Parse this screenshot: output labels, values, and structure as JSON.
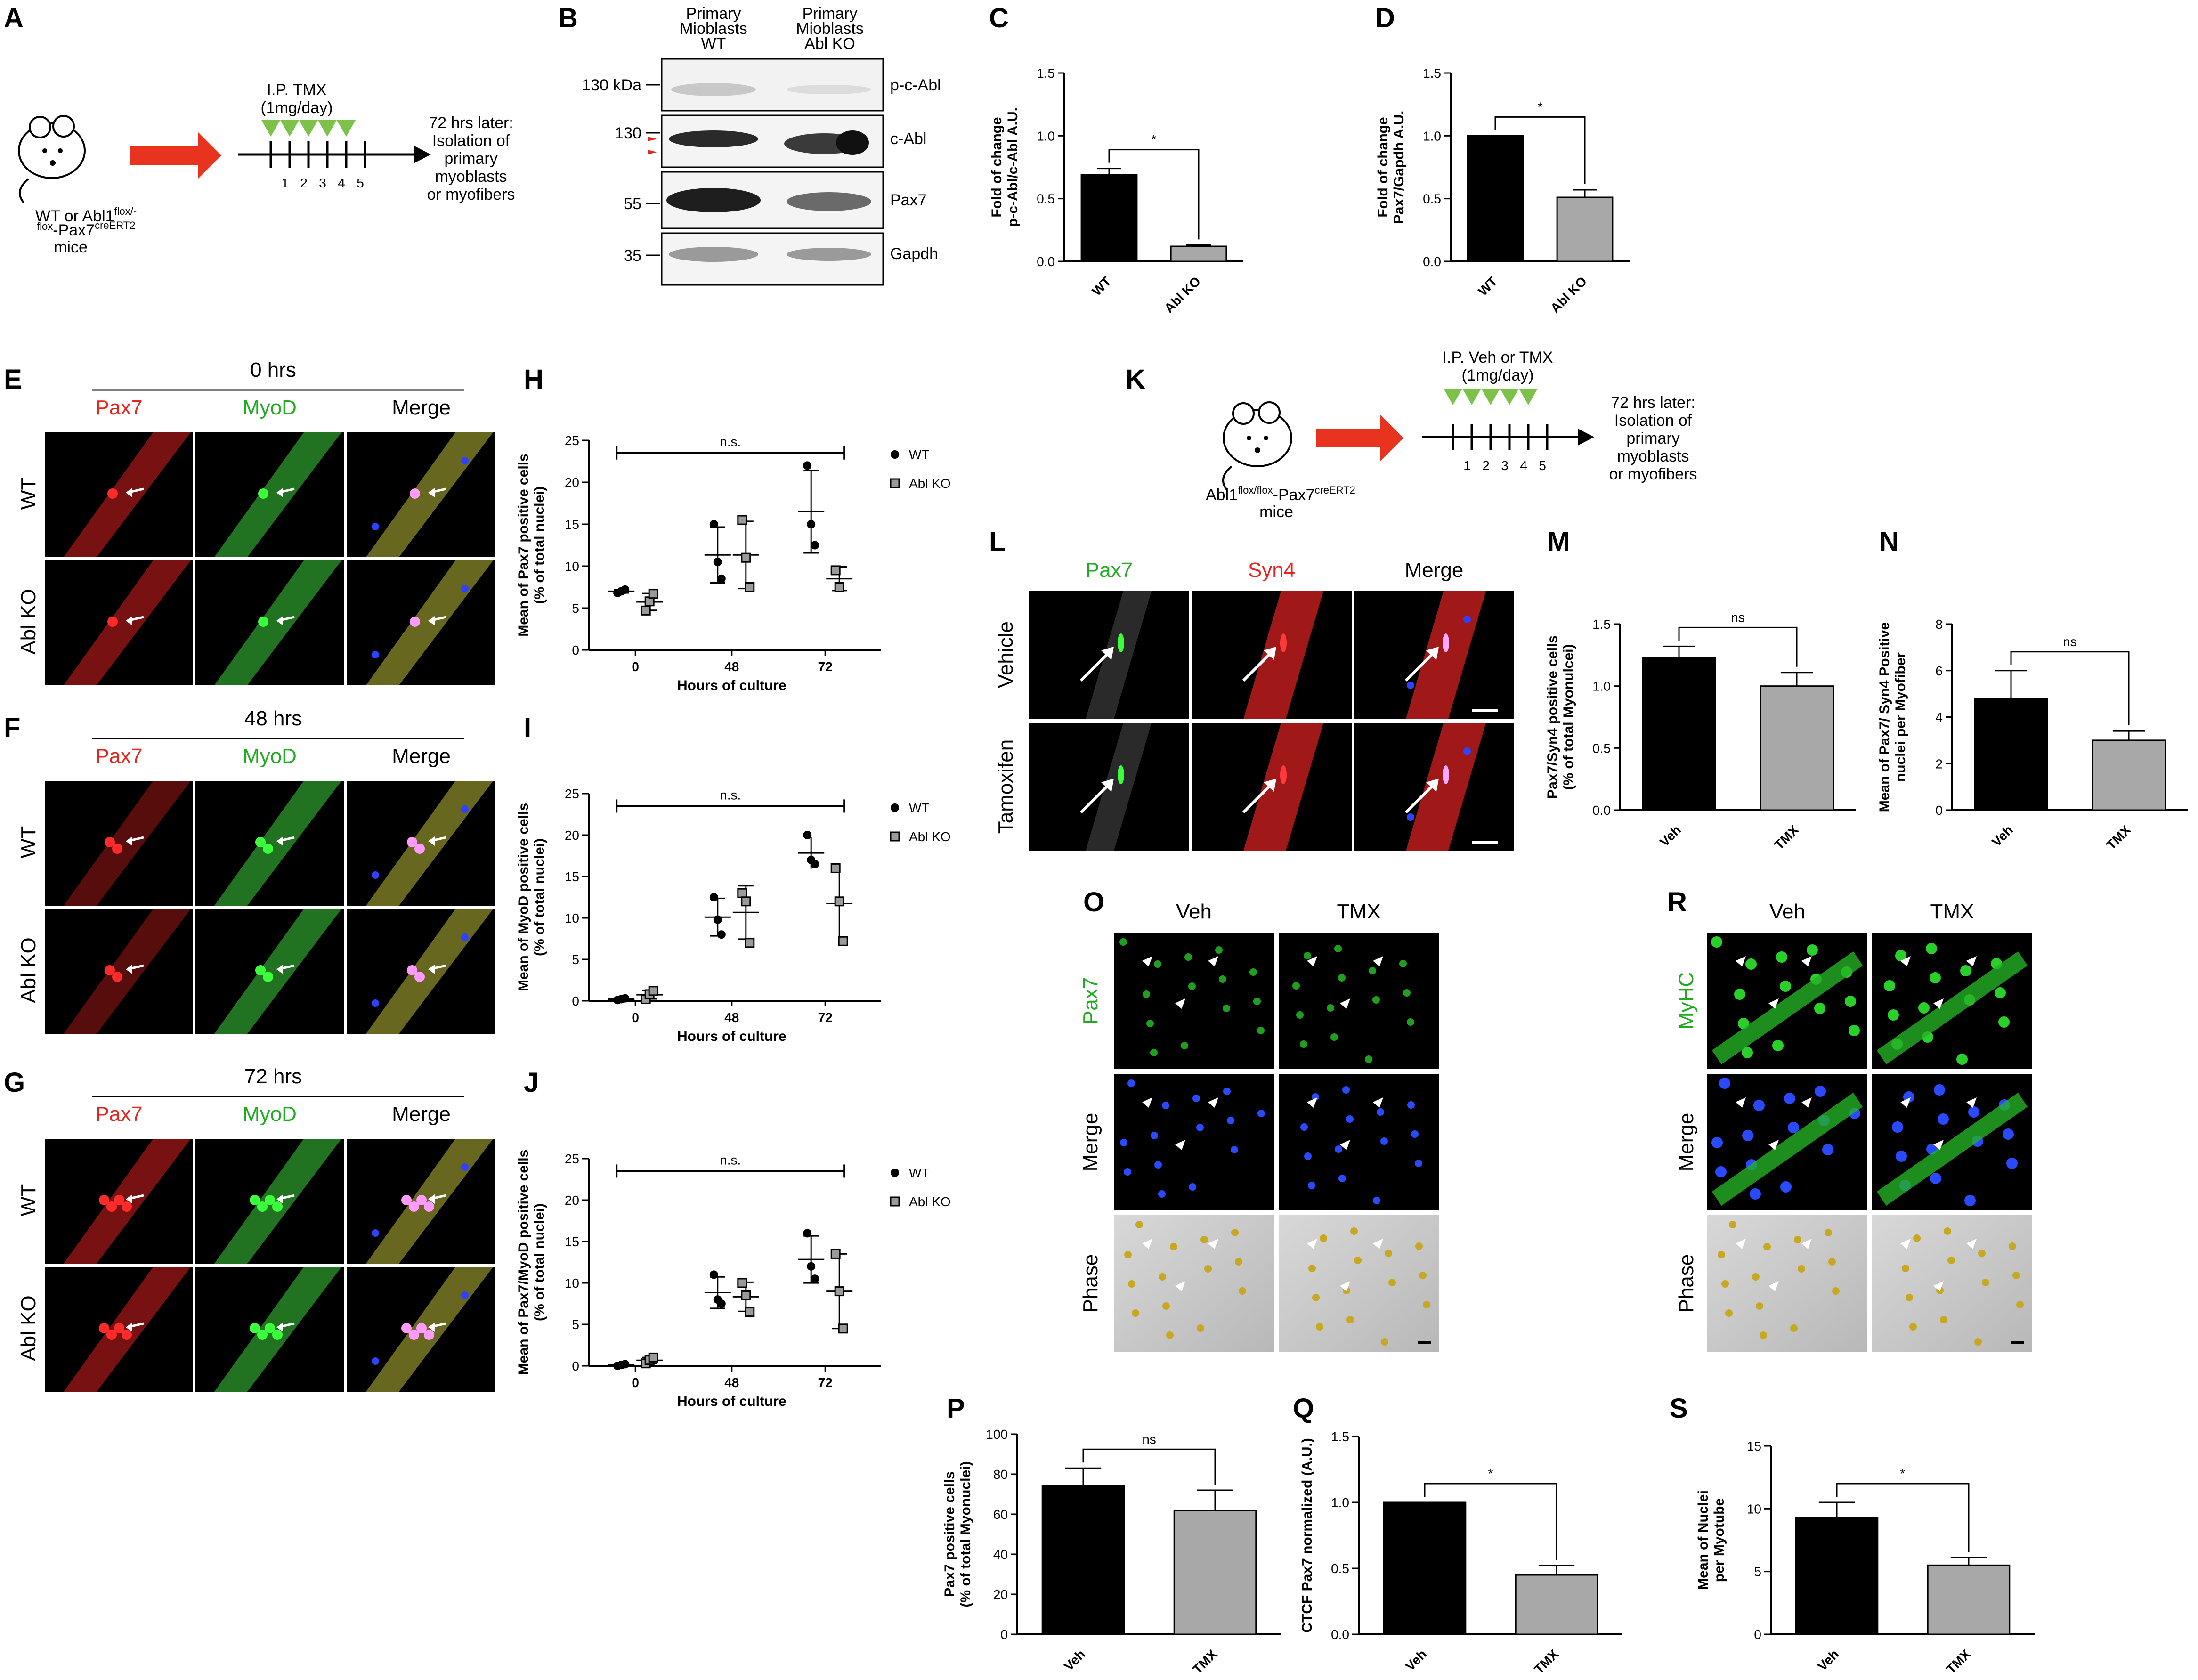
{
  "colors": {
    "black": "#000000",
    "grey": "#a8a8a8",
    "red": "#e5251e",
    "green": "#1faa1f",
    "tri": "#7cc24a"
  },
  "panels": {
    "A": "A",
    "B": "B",
    "C": "C",
    "D": "D",
    "E": "E",
    "F": "F",
    "G": "G",
    "H": "H",
    "I": "I",
    "J": "J",
    "K": "K",
    "L": "L",
    "M": "M",
    "N": "N",
    "O": "O",
    "P": "P",
    "Q": "Q",
    "R": "R",
    "S": "S"
  },
  "panel_a": {
    "mouse_line1": "WT or Abl1",
    "mouse_sup1": "flox/-",
    "mouse_line2_pre": "flox",
    "mouse_line2": "-Pax7",
    "mouse_sup2": "creERT2",
    "mouse_line3": "mice",
    "ip_line1": "I.P. TMX",
    "ip_line2": "(1mg/day)",
    "days": [
      "1",
      "2",
      "3",
      "4",
      "5"
    ],
    "later": [
      "72 hrs later:",
      "Isolation of",
      "primary",
      "myoblasts",
      "or myofibers"
    ]
  },
  "panel_b": {
    "col1": [
      "Primary",
      "Mioblasts",
      "WT"
    ],
    "col2": [
      "Primary",
      "Mioblasts",
      "Abl KO"
    ],
    "mw": [
      "130 kDa",
      "130",
      "55",
      "35"
    ],
    "bands": [
      "p-c-Abl",
      "c-Abl",
      "Pax7",
      "Gapdh"
    ]
  },
  "panel_k": {
    "ip_line1": "I.P. Veh or TMX",
    "ip_line2": "(1mg/day)",
    "days": [
      "1",
      "2",
      "3",
      "4",
      "5"
    ],
    "later": [
      "72 hrs later:",
      "Isolation of",
      "primary",
      "myoblasts",
      "or myofibers"
    ],
    "mouse_line1": "Abl1",
    "mouse_sup1": "flox/flox",
    "mouse_line1b": "-Pax7",
    "mouse_sup2": "creERT2",
    "mouse_line2": "mice"
  },
  "micro_efg": {
    "times": [
      "0 hrs",
      "48 hrs",
      "72 hrs"
    ],
    "cols": [
      "Pax7",
      "MyoD",
      "Merge"
    ],
    "rows": [
      "WT",
      "Abl KO"
    ]
  },
  "micro_l": {
    "cols": [
      "Pax7",
      "Syn4",
      "Merge"
    ],
    "rows": [
      "Vehicle",
      "Tamoxifen"
    ]
  },
  "micro_o": {
    "cols": [
      "Veh",
      "TMX"
    ],
    "rows": [
      "Pax7",
      "Merge",
      "Phase"
    ]
  },
  "micro_r": {
    "cols": [
      "Veh",
      "TMX"
    ],
    "rows": [
      "MyHC",
      "Merge",
      "Phase"
    ]
  },
  "chart_data": [
    {
      "panel": "C",
      "type": "bar",
      "categories": [
        "WT",
        "Abl KO"
      ],
      "values": [
        0.69,
        0.12
      ],
      "errors": [
        0.05,
        0.01
      ],
      "ylabel": [
        "Fold of change",
        "p-c-Abl/c-Abl A.U."
      ],
      "ylim": [
        0,
        1.5
      ],
      "yticks": [
        "0.0",
        "0.5",
        "1.0",
        "1.5"
      ],
      "sig": "*"
    },
    {
      "panel": "D",
      "type": "bar",
      "categories": [
        "WT",
        "Abl KO"
      ],
      "values": [
        1.0,
        0.51
      ],
      "errors": [
        0,
        0.06
      ],
      "ylabel": [
        "Fold of change",
        "Pax7/Gapdh A.U."
      ],
      "ylim": [
        0,
        1.5
      ],
      "yticks": [
        "0.0",
        "0.5",
        "1.0",
        "1.5"
      ],
      "sig": "*"
    },
    {
      "panel": "H",
      "type": "scatter",
      "x": [
        "0",
        "48",
        "72"
      ],
      "xlabel": "Hours of culture",
      "ylabel": [
        "Mean of Pax7 positive cells",
        "(% of total nuclei)"
      ],
      "ylim": [
        0,
        25
      ],
      "yticks": [
        "0",
        "5",
        "10",
        "15",
        "20",
        "25"
      ],
      "sig": "n.s.",
      "series": [
        {
          "name": "WT",
          "points": [
            [
              6.8,
              7.0,
              7.2
            ],
            [
              15,
              10.5,
              8.5
            ],
            [
              22,
              15,
              12.5
            ]
          ]
        },
        {
          "name": "Abl KO",
          "points": [
            [
              4.7,
              5.8,
              6.7
            ],
            [
              15.5,
              11,
              7.5
            ],
            [
              9.5,
              7.5
            ]
          ]
        }
      ]
    },
    {
      "panel": "I",
      "type": "scatter",
      "x": [
        "0",
        "48",
        "72"
      ],
      "xlabel": "Hours of culture",
      "ylabel": [
        "Mean of MyoD positive cells",
        "(% of total nuclei)"
      ],
      "ylim": [
        0,
        25
      ],
      "yticks": [
        "0",
        "5",
        "10",
        "15",
        "20",
        "25"
      ],
      "sig": "n.s.",
      "series": [
        {
          "name": "WT",
          "points": [
            [
              0.1,
              0.2,
              0.3
            ],
            [
              12.5,
              9.8,
              8
            ]
          ],
          "extra": [
            [
              20,
              17,
              16.5
            ]
          ]
        },
        {
          "name": "Abl KO",
          "points": [
            [
              0.2,
              0.8,
              1.2
            ],
            [
              13,
              12,
              7
            ]
          ],
          "extra": [
            [
              16,
              12,
              7.2
            ]
          ]
        }
      ]
    },
    {
      "panel": "J",
      "type": "scatter",
      "x": [
        "0",
        "48",
        "72"
      ],
      "xlabel": "Hours of culture",
      "ylabel": [
        "Mean of Pax7/MyoD positive cells",
        "(% of total nuclei)"
      ],
      "ylim": [
        0,
        25
      ],
      "yticks": [
        "0",
        "5",
        "10",
        "15",
        "20",
        "25"
      ],
      "sig": "n.s.",
      "series": [
        {
          "name": "WT",
          "points": [
            [
              0,
              0.1,
              0.2
            ],
            [
              11,
              8,
              7.5
            ],
            [
              16,
              12,
              10.5
            ]
          ]
        },
        {
          "name": "Abl KO",
          "points": [
            [
              0.3,
              0.7,
              1
            ],
            [
              10,
              8.5,
              6.5
            ],
            [
              13.5,
              9,
              4.5
            ]
          ]
        }
      ]
    },
    {
      "panel": "M",
      "type": "bar",
      "categories": [
        "Veh",
        "TMX"
      ],
      "values": [
        1.23,
        1.0
      ],
      "errors": [
        0.09,
        0.11
      ],
      "ylabel": [
        "Pax7/Syn4 positive cells",
        "(% of total Myonulcei)"
      ],
      "ylim": [
        0,
        1.5
      ],
      "yticks": [
        "0.0",
        "0.5",
        "1.0",
        "1.5"
      ],
      "sig": "ns"
    },
    {
      "panel": "N",
      "type": "bar",
      "categories": [
        "Veh",
        "TMX"
      ],
      "values": [
        4.8,
        3.0
      ],
      "errors": [
        1.2,
        0.4
      ],
      "ylabel": [
        "Mean of Pax7/ Syn4 Positive",
        "nuclei per Myofiber"
      ],
      "ylim": [
        0,
        8
      ],
      "yticks": [
        "0",
        "2",
        "4",
        "6",
        "8"
      ],
      "sig": "ns"
    },
    {
      "panel": "P",
      "type": "bar",
      "categories": [
        "Veh",
        "TMX"
      ],
      "values": [
        74,
        62
      ],
      "errors": [
        9,
        10
      ],
      "ylabel": [
        "Pax7 positive cells",
        "(% of total Myonuclei)"
      ],
      "ylim": [
        0,
        100
      ],
      "yticks": [
        "0",
        "20",
        "40",
        "60",
        "80",
        "100"
      ],
      "sig": "ns"
    },
    {
      "panel": "Q",
      "type": "bar",
      "categories": [
        "Veh",
        "TMX"
      ],
      "values": [
        1.0,
        0.45
      ],
      "errors": [
        0,
        0.07
      ],
      "ylabel": [
        "CTCF Pax7 normalized (A.U.)"
      ],
      "ylim": [
        0,
        1.5
      ],
      "yticks": [
        "0.0",
        "0.5",
        "1.0",
        "1.5"
      ],
      "sig": "*"
    },
    {
      "panel": "S",
      "type": "bar",
      "categories": [
        "Veh",
        "TMX"
      ],
      "values": [
        9.3,
        5.5
      ],
      "errors": [
        1.2,
        0.6
      ],
      "ylabel": [
        "Mean of Nuclei",
        "per Myotube"
      ],
      "ylim": [
        0,
        15
      ],
      "yticks": [
        "0",
        "5",
        "10",
        "15"
      ],
      "sig": "*"
    }
  ]
}
